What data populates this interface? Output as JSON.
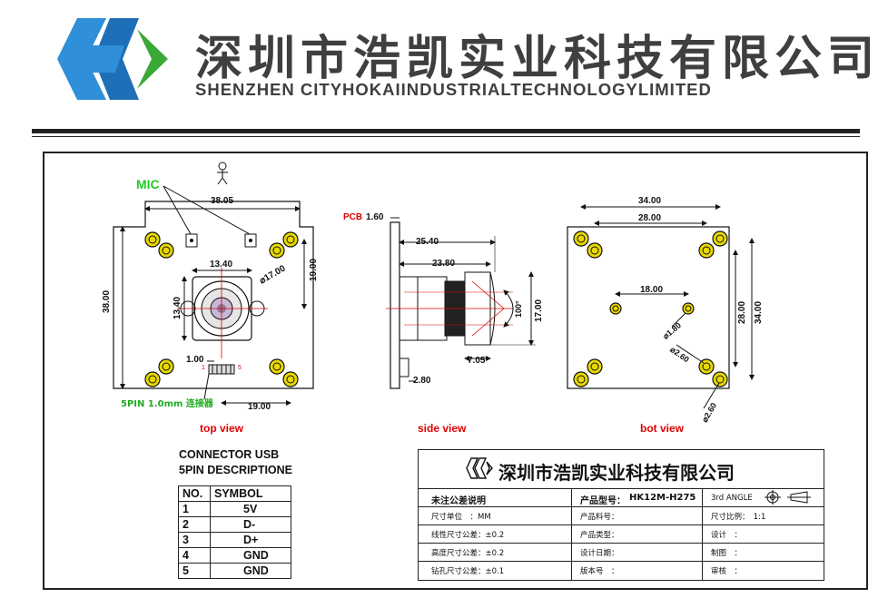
{
  "header": {
    "company_cn": "深圳市浩凯实业科技有限公司",
    "company_en": "SHENZHEN CITYHOKAIINDUSTRIALTECHNOLOGYLIMITED",
    "logo_icon": "hk-logo-icon",
    "colors": {
      "logo_blue": "#2f8fd8",
      "logo_green": "#3aa935",
      "text": "#3f3f3f"
    }
  },
  "top_view": {
    "label": "top view",
    "mic_label": "MIC",
    "dim_width": "38.05",
    "dim_height": "38.00",
    "dim_hole_v": "19.00",
    "dim_lens_w": "13.40",
    "dim_lens_h": "13.40",
    "dim_lens_dia": "⌀17.00",
    "dim_connector_offset": "1.00",
    "dim_connector_x": "19.00",
    "connector_label": "5PIN 1.0mm 连接器",
    "pin_first": "1",
    "pin_last": "5",
    "colors": {
      "mic": "#22cc22",
      "connector": "#22cc22",
      "holes": "#e8d800"
    }
  },
  "side_view": {
    "label": "side view",
    "pcb_label": "PCB",
    "dim_pcb": "1.60",
    "dim_total": "25.40",
    "dim_lens_len": "23.80",
    "dim_angle": "100°",
    "dim_lens_h": "17.00",
    "dim_front": "7.05",
    "dim_connector": "2.80"
  },
  "bot_view": {
    "label": "bot view",
    "dim_outer_w": "34.00",
    "dim_inner_w": "28.00",
    "dim_center_w": "18.00",
    "dim_inner_h": "28.00",
    "dim_outer_h": "34.00",
    "dim_small_hole": "⌀1.80",
    "dim_hole_a": "⌀2.60",
    "dim_hole_b": "⌀2.60"
  },
  "connector": {
    "title_line1": "CONNECTOR USB",
    "title_line2": "5PIN DESCRIPTIONE",
    "headers": [
      "NO.",
      "SYMBOL"
    ],
    "rows": [
      {
        "no": "1",
        "symbol": "5V"
      },
      {
        "no": "2",
        "symbol": "D-"
      },
      {
        "no": "3",
        "symbol": "D+"
      },
      {
        "no": "4",
        "symbol": "GND"
      },
      {
        "no": "5",
        "symbol": "GND"
      }
    ]
  },
  "title_block": {
    "title": "深圳市浩凯实业科技有限公司",
    "tolerance_title": "未注公差说明",
    "model_label": "产品型号：",
    "model_value": "HK12M-H275",
    "angle_label": "3rd ANGLE",
    "unit_label": "尺寸单位　：MM",
    "part_no": "产品料号：",
    "scale": "尺寸比例：　1:1",
    "linear_tol": "线性尺寸公差：±0.2",
    "product_type": "产品类型：",
    "design": "设计　：",
    "height_tol": "高度尺寸公差：±0.2",
    "design_date": "设计日期：",
    "drawing": "制图　：",
    "hole_tol": "钻孔尺寸公差：±0.1",
    "version": "版本号　：",
    "review": "审核　："
  }
}
